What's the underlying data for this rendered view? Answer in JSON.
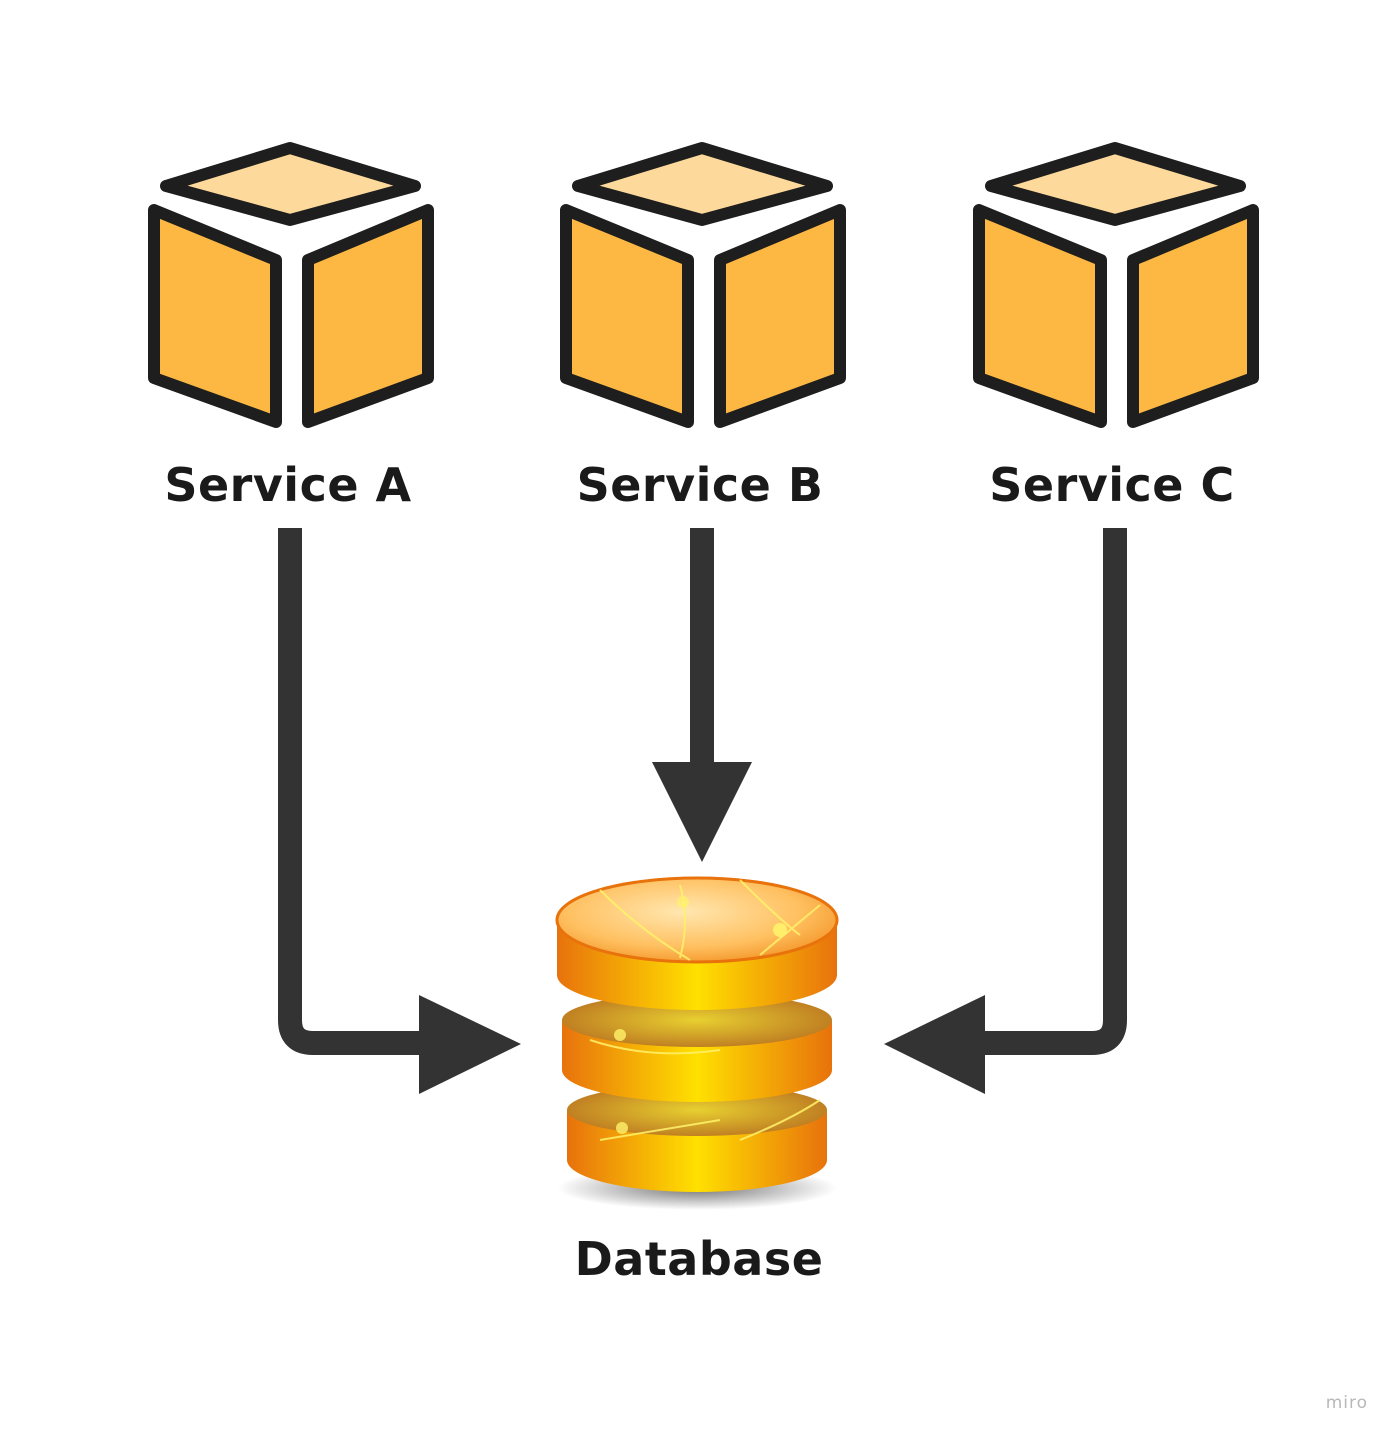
{
  "diagram": {
    "services": [
      {
        "id": "a",
        "label": "Service A",
        "icon": "cube-icon"
      },
      {
        "id": "b",
        "label": "Service B",
        "icon": "cube-icon"
      },
      {
        "id": "c",
        "label": "Service C",
        "icon": "cube-icon"
      }
    ],
    "database": {
      "label": "Database",
      "icon": "database-icon"
    },
    "edges": [
      {
        "from": "Service A",
        "to": "Database"
      },
      {
        "from": "Service B",
        "to": "Database"
      },
      {
        "from": "Service C",
        "to": "Database"
      }
    ],
    "colors": {
      "cube_side": "#FDB843",
      "cube_top": "#FDDA9C",
      "outline": "#1E1E1E",
      "arrow": "#333333",
      "db_orange": "#F7941D",
      "db_yellow": "#FFE100"
    },
    "watermark": "miro"
  }
}
